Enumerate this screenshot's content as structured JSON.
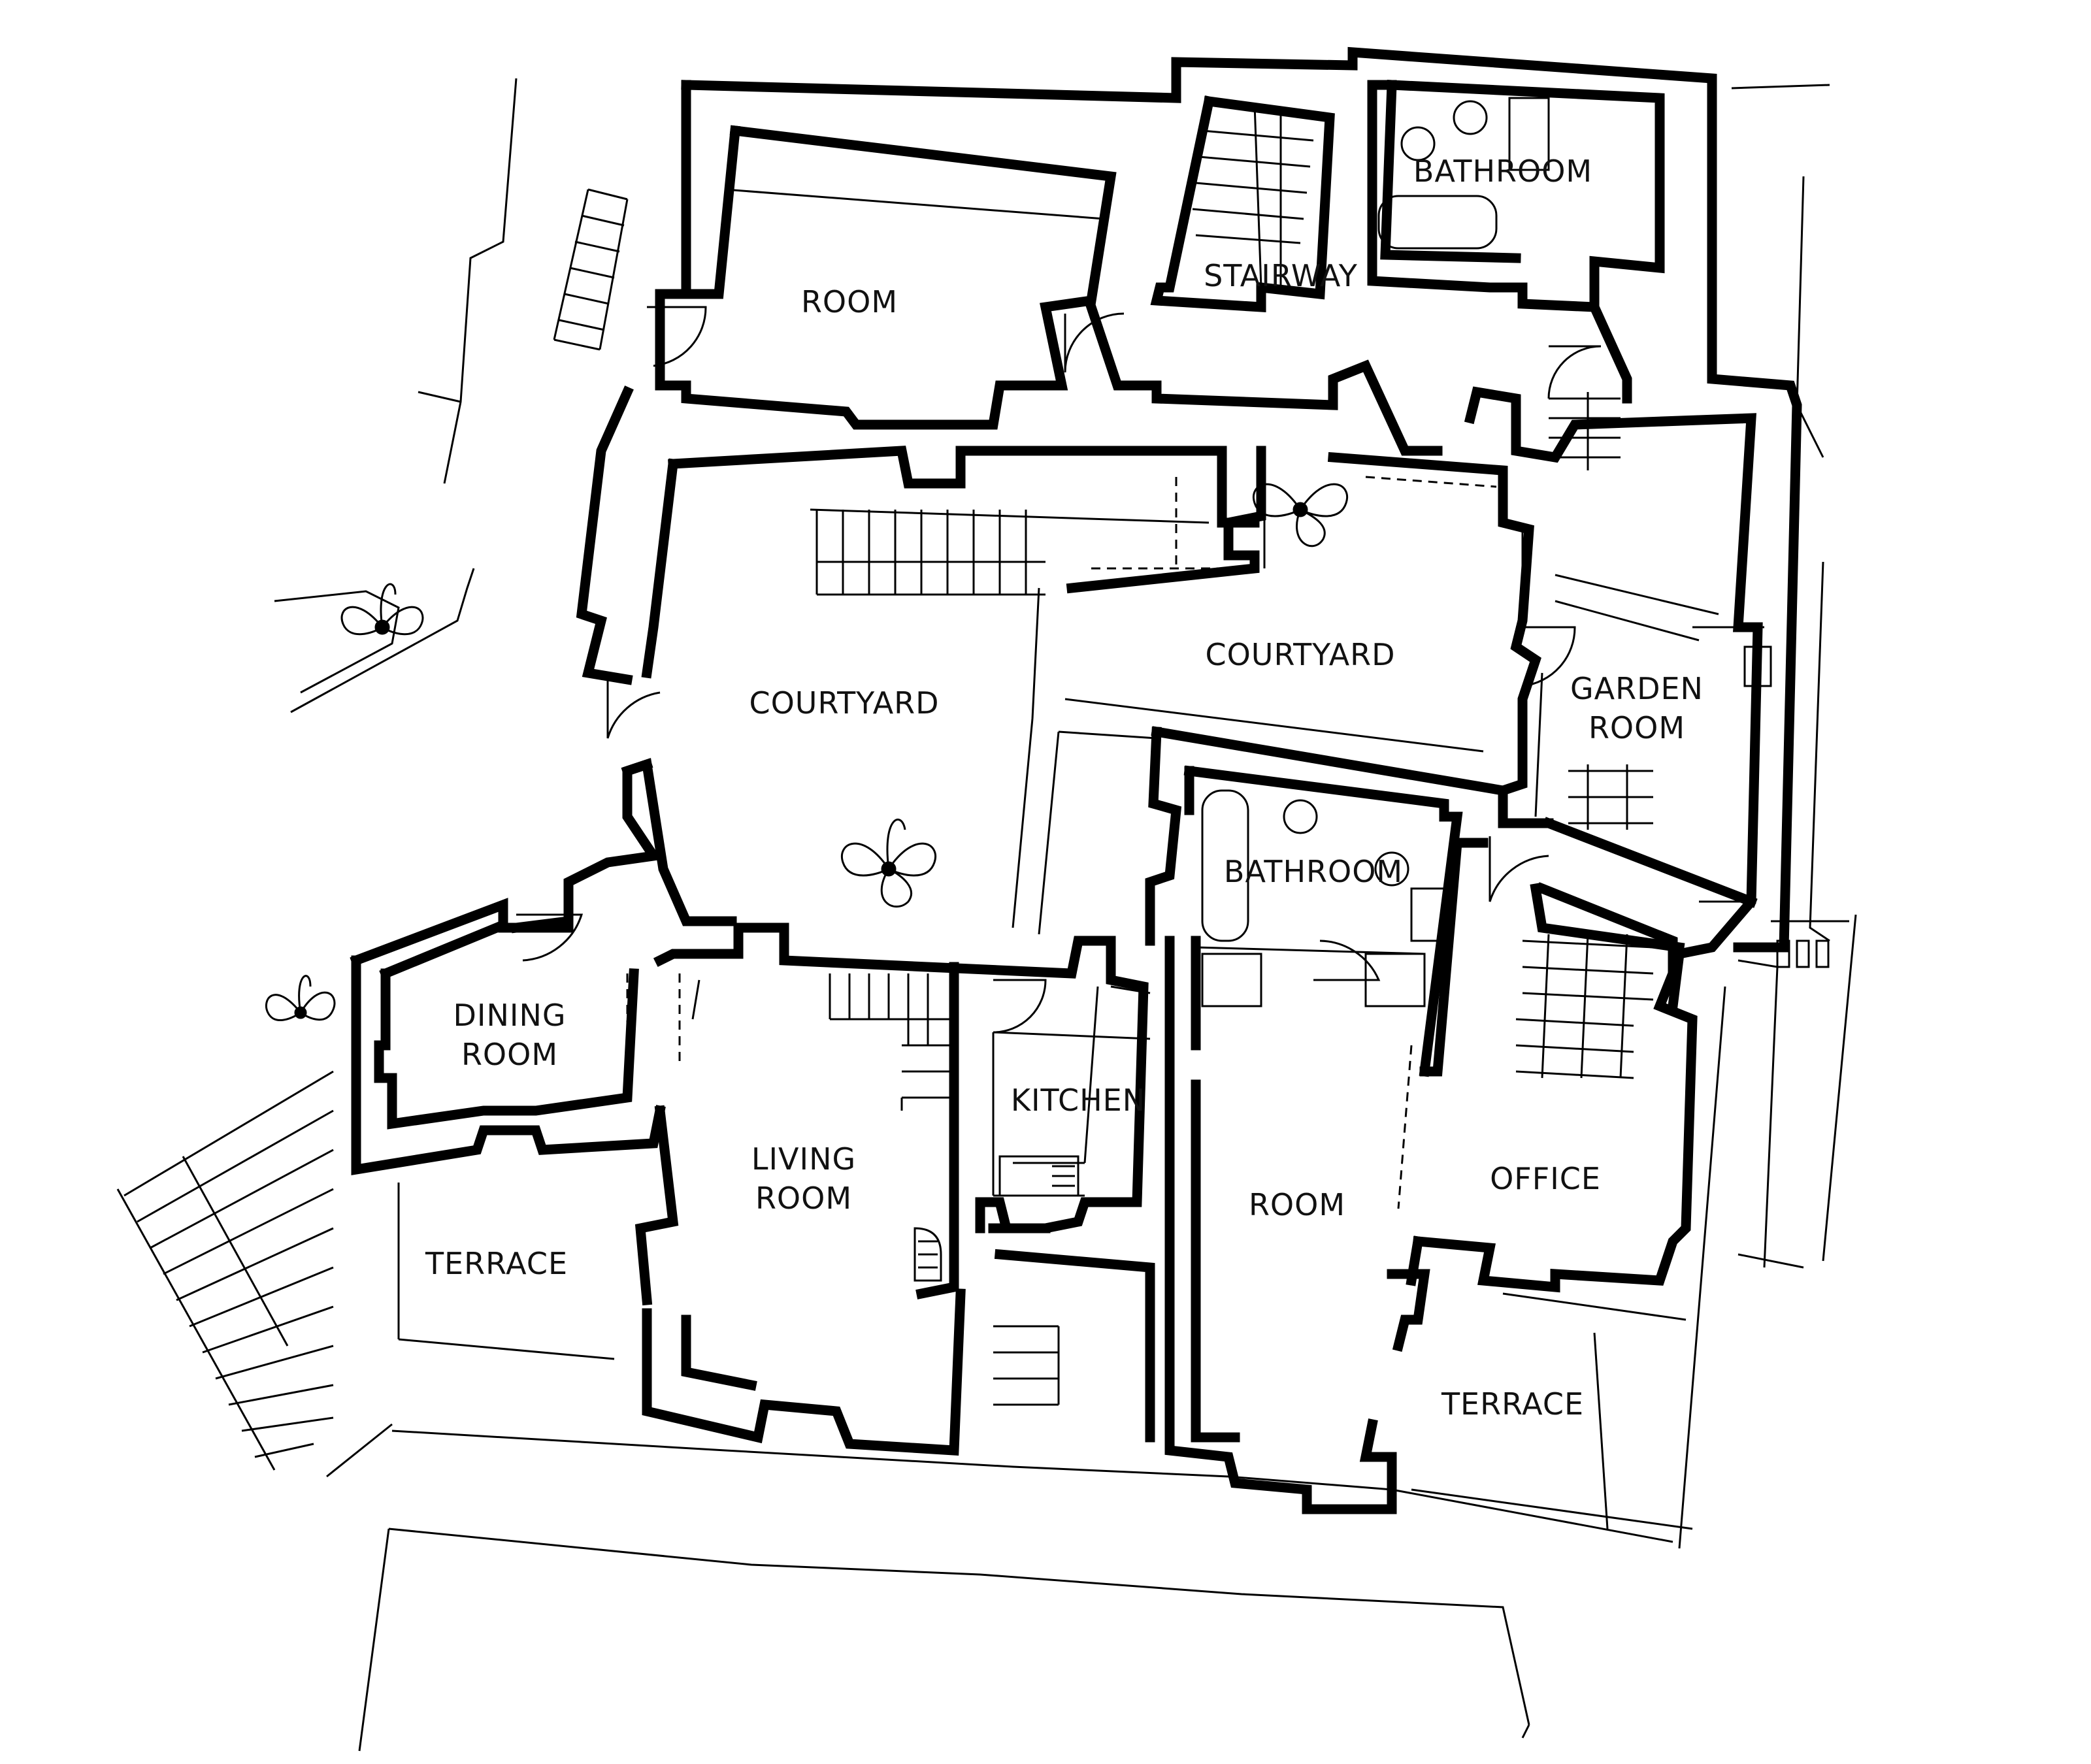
{
  "rooms": {
    "room_top": "ROOM",
    "stairway": "STAIRWAY",
    "bathroom_top": "BATHROOM",
    "courtyard_left": "COURTYARD",
    "courtyard_right": "COURTYARD",
    "garden_room_l1": "GARDEN",
    "garden_room_l2": "ROOM",
    "bathroom_mid": "BATHROOM",
    "dining_room_l1": "DINING",
    "dining_room_l2": "ROOM",
    "living_room_l1": "LIVING",
    "living_room_l2": "ROOM",
    "kitchen": "KITCHEN",
    "room_mid": "ROOM",
    "office": "OFFICE",
    "terrace_left": "TERRACE",
    "terrace_right": "TERRACE"
  }
}
